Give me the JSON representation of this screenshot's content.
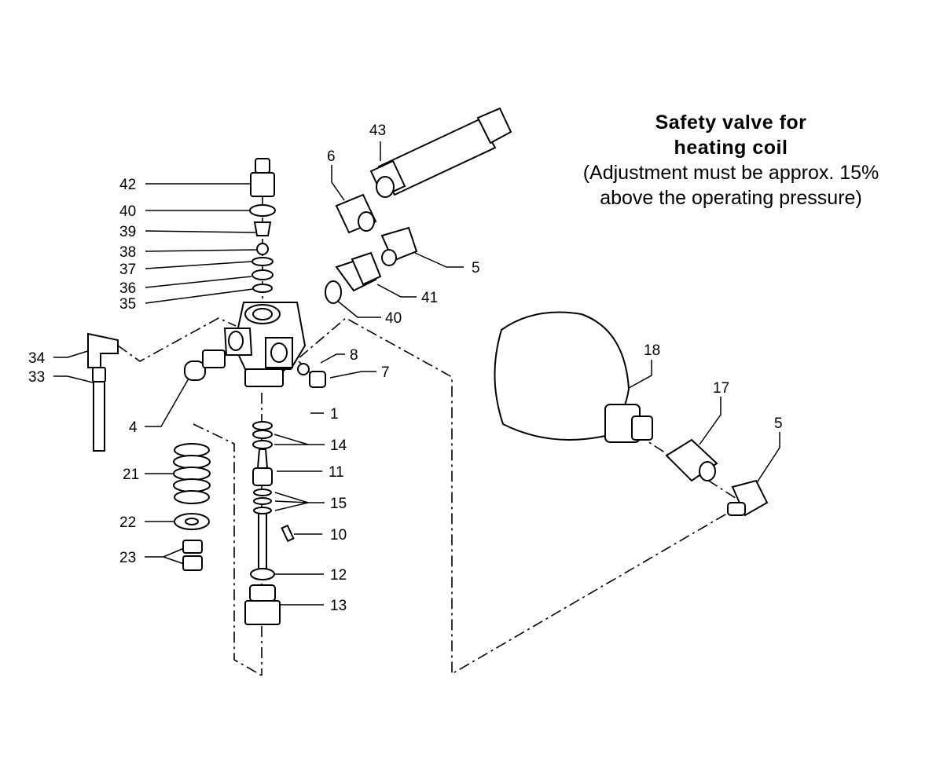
{
  "title": {
    "line1": "Safety valve for",
    "line2": "heating coil",
    "note1": "(Adjustment must be approx. 15%",
    "note2": "above the operating pressure)"
  },
  "callouts": [
    {
      "id": "42",
      "label": "42"
    },
    {
      "id": "40a",
      "label": "40"
    },
    {
      "id": "39",
      "label": "39"
    },
    {
      "id": "38",
      "label": "38"
    },
    {
      "id": "37",
      "label": "37"
    },
    {
      "id": "36",
      "label": "36"
    },
    {
      "id": "35",
      "label": "35"
    },
    {
      "id": "34",
      "label": "34"
    },
    {
      "id": "33",
      "label": "33"
    },
    {
      "id": "4",
      "label": "4"
    },
    {
      "id": "21",
      "label": "21"
    },
    {
      "id": "22",
      "label": "22"
    },
    {
      "id": "23",
      "label": "23"
    },
    {
      "id": "43",
      "label": "43"
    },
    {
      "id": "6",
      "label": "6"
    },
    {
      "id": "5a",
      "label": "5"
    },
    {
      "id": "41",
      "label": "41"
    },
    {
      "id": "40b",
      "label": "40"
    },
    {
      "id": "8",
      "label": "8"
    },
    {
      "id": "7",
      "label": "7"
    },
    {
      "id": "1",
      "label": "1"
    },
    {
      "id": "14",
      "label": "14"
    },
    {
      "id": "11",
      "label": "11"
    },
    {
      "id": "15",
      "label": "15"
    },
    {
      "id": "10",
      "label": "10"
    },
    {
      "id": "12",
      "label": "12"
    },
    {
      "id": "13",
      "label": "13"
    },
    {
      "id": "18",
      "label": "18"
    },
    {
      "id": "17",
      "label": "17"
    },
    {
      "id": "5b",
      "label": "5"
    }
  ]
}
